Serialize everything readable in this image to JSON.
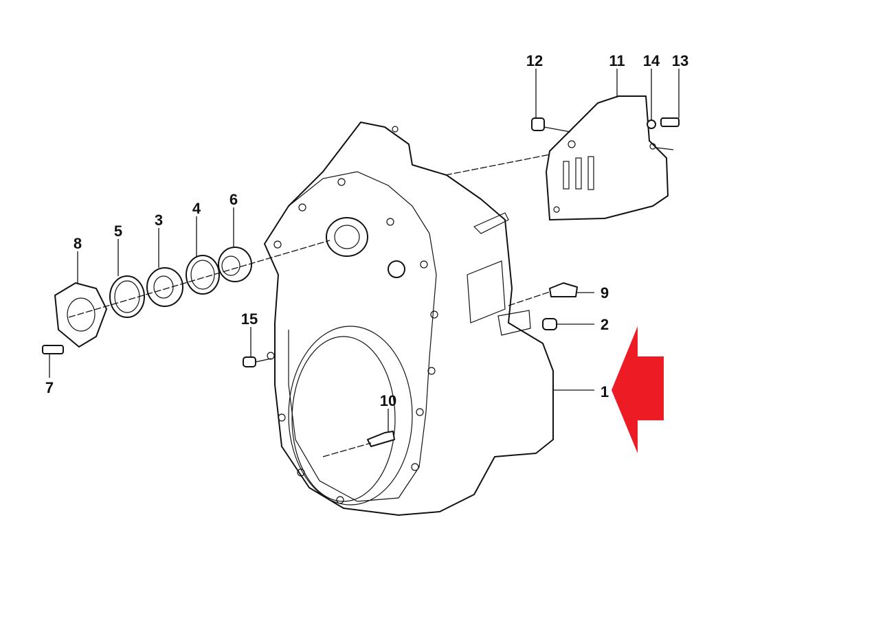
{
  "diagram": {
    "part_numbers": {
      "p1": "1",
      "p2": "2",
      "p3": "3",
      "p4": "4",
      "p5": "5",
      "p6": "6",
      "p7": "7",
      "p8": "8",
      "p9": "9",
      "p10": "10",
      "p11": "11",
      "p12": "12",
      "p13": "13",
      "p14": "14",
      "p15": "15"
    },
    "highlight_arrow_color": "#ed1c24"
  }
}
